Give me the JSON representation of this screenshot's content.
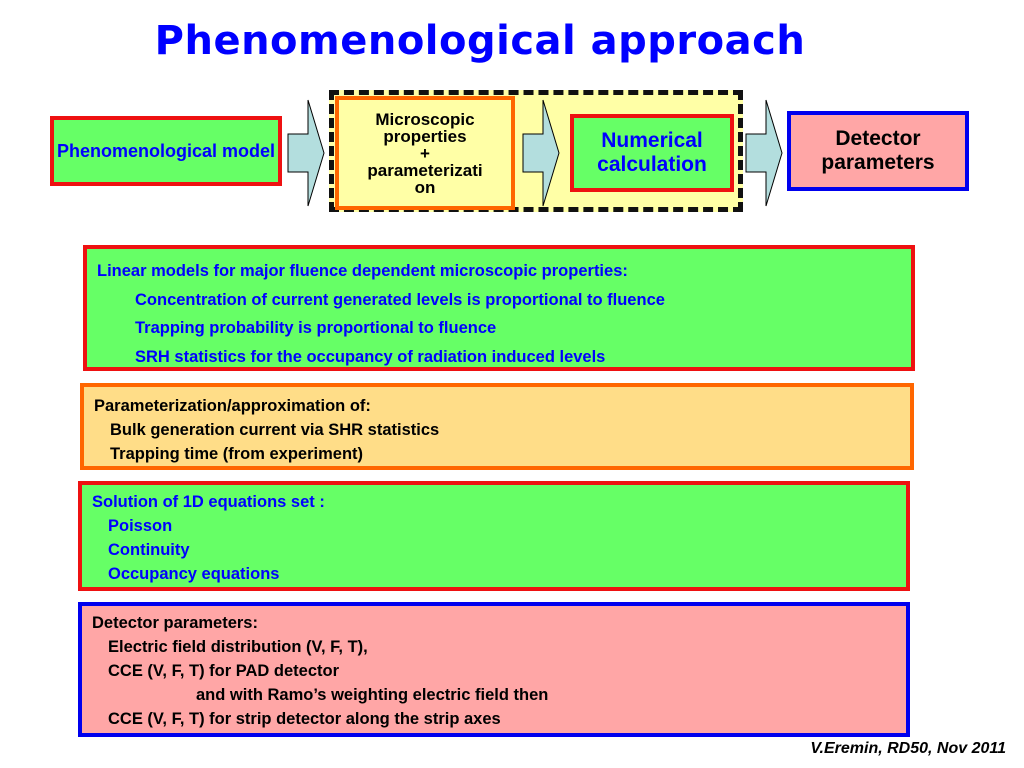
{
  "title": "Phenomenological approach",
  "flow": {
    "phen_model": "Phenomenological model",
    "micro": [
      "Microscopic",
      "properties",
      "+",
      "parameterizati",
      "on"
    ],
    "numerical": "Numerical calculation",
    "detector": "Detector parameters"
  },
  "panels": {
    "linear": {
      "heading": "Linear models for major fluence dependent microscopic properties:",
      "items": [
        "Concentration of current generated levels is proportional to fluence",
        "Trapping probability is proportional to fluence",
        "SRH statistics for the occupancy of radiation induced levels"
      ]
    },
    "param": {
      "heading": "Parameterization/approximation of:",
      "items": [
        "Bulk generation current via SHR statistics",
        "Trapping time (from experiment)"
      ]
    },
    "solution": {
      "heading": "Solution of 1D equations set  :",
      "items": [
        "Poisson",
        "Continuity",
        "Occupancy equations"
      ]
    },
    "detector": {
      "heading": "Detector parameters:",
      "items": [
        "Electric field distribution (V, F, T),",
        "CCE (V, F, T) for PAD detector",
        "and with Ramo’s weighting electric field then",
        "CCE (V, F, T) for strip detector along the strip axes"
      ]
    }
  },
  "footer": "V.Eremin, RD50, Nov 2011",
  "colors": {
    "title": "#0000ff",
    "green": "#66ff66",
    "red_border": "#ee1111",
    "orange_border": "#ff6600",
    "blue_border": "#0000ee",
    "yellow": "#ffdd88",
    "pink": "#ffa6a6",
    "arrow_fill": "#b3dede"
  }
}
